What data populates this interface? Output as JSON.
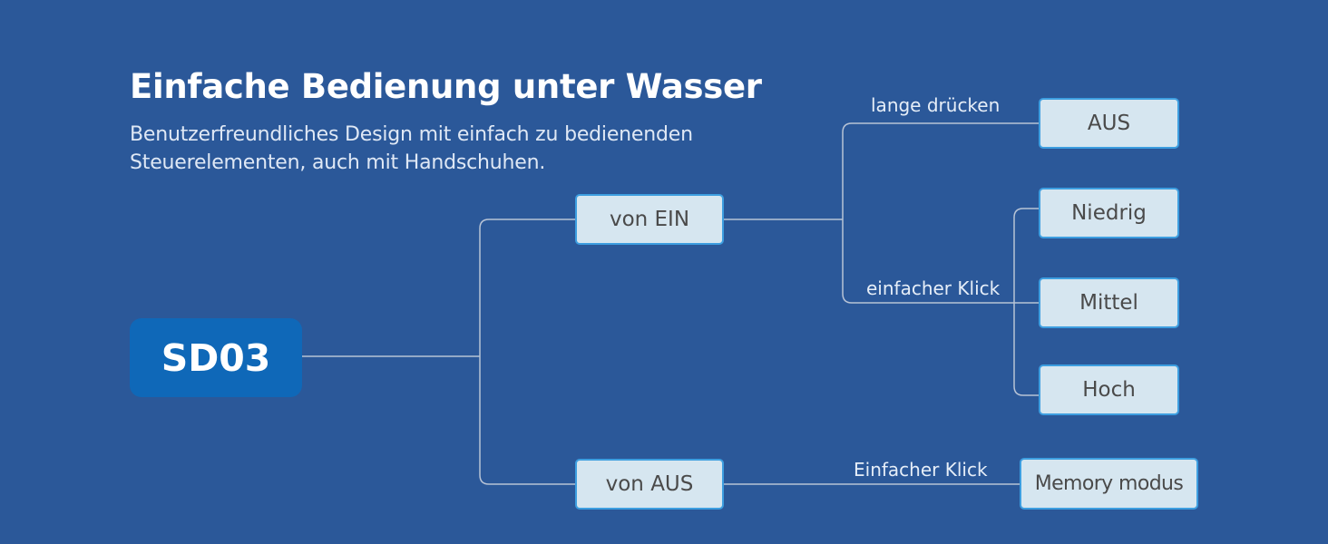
{
  "header": {
    "title": "Einfache Bedienung unter Wasser",
    "subtitle": "Benutzerfreundliches Design mit einfach zu bedienenden Steuerelementen, auch mit Handschuhen."
  },
  "diagram": {
    "root": "SD03",
    "branches": {
      "on": "von EIN",
      "off": "von AUS"
    },
    "edge_labels": {
      "long_press": "lange drücken",
      "single_click": "einfacher Klick",
      "single_click_off": "Einfacher Klick"
    },
    "leaves": {
      "aus": "AUS",
      "niedrig": "Niedrig",
      "mittel": "Mittel",
      "hoch": "Hoch",
      "memory": "Memory modus"
    }
  },
  "colors": {
    "background": "#2b5899",
    "root_fill": "#0f68b8",
    "node_fill": "#d6e6f0",
    "node_border": "#3d9ee0",
    "connector": "#b8c4d6"
  }
}
